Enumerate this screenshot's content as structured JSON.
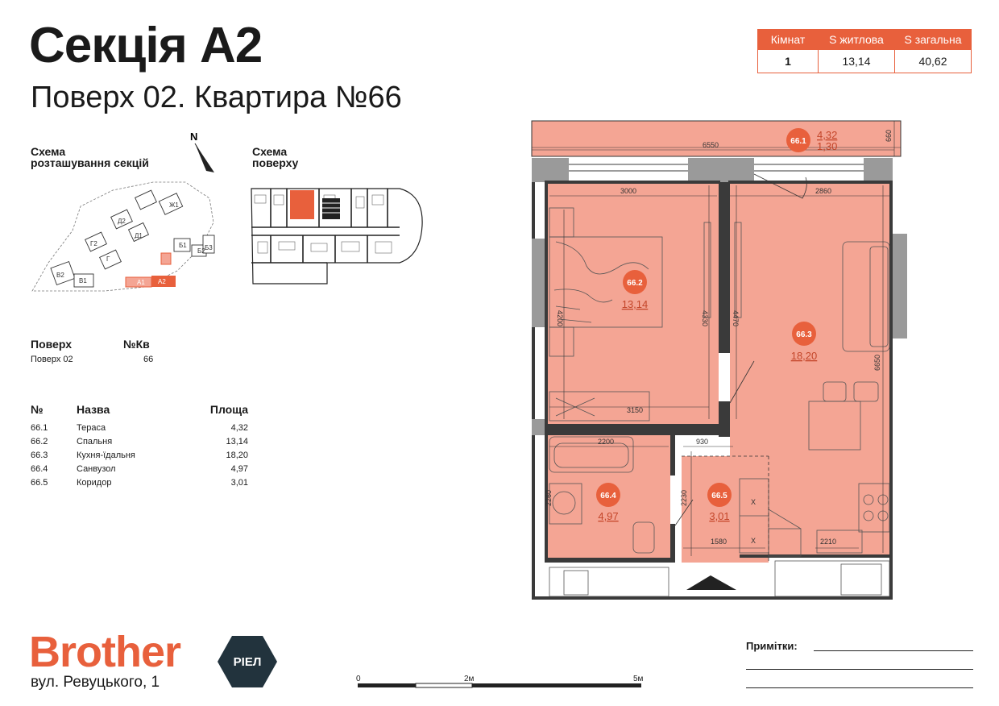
{
  "header": {
    "title": "Секція А2",
    "subtitle": "Поверх 02. Квартира №66"
  },
  "summary": {
    "headers": [
      "Кімнат",
      "S житлова",
      "S загальна"
    ],
    "values": [
      "1",
      "13,14",
      "40,62"
    ]
  },
  "schemes": {
    "sections_title_1": "Схема",
    "sections_title_2": "розташування секцій",
    "floor_title_1": "Схема",
    "floor_title_2": "поверху",
    "north": "N",
    "section_labels": [
      "Ж1",
      "Д2",
      "Д1",
      "Г2",
      "Г",
      "Б2",
      "Б1",
      "Б3",
      "В2",
      "В1",
      "А1",
      "А2"
    ]
  },
  "floor_info": {
    "floor_header": "Поверх",
    "apt_header": "№Кв",
    "floor_value": "Поверх 02",
    "apt_value": "66"
  },
  "rooms_table": {
    "headers": [
      "№",
      "Назва",
      "Площа"
    ],
    "rows": [
      {
        "num": "66.1",
        "name": "Тераса",
        "area": "4,32"
      },
      {
        "num": "66.2",
        "name": "Спальня",
        "area": "13,14"
      },
      {
        "num": "66.3",
        "name": "Кухня-їдальня",
        "area": "18,20"
      },
      {
        "num": "66.4",
        "name": "Санвузол",
        "area": "4,97"
      },
      {
        "num": "66.5",
        "name": "Коридор",
        "area": "3,01"
      }
    ]
  },
  "plan": {
    "rooms": [
      {
        "id": "66.1",
        "area": "4,32",
        "area2": "1,30"
      },
      {
        "id": "66.2",
        "area": "13,14"
      },
      {
        "id": "66.3",
        "area": "18,20"
      },
      {
        "id": "66.4",
        "area": "4,97"
      },
      {
        "id": "66.5",
        "area": "3,01"
      }
    ],
    "dims": [
      "6550",
      "660",
      "3000",
      "2860",
      "4200",
      "4330",
      "4470",
      "6650",
      "3150",
      "2200",
      "930",
      "2260",
      "2230",
      "1580",
      "2210"
    ],
    "door_marks": [
      "X",
      "X"
    ],
    "colors": {
      "accent": "#e8603c",
      "room_fill": "#f4a594",
      "wall": "#3a3a3a",
      "wall_gray": "#9a9a9a"
    }
  },
  "scale": {
    "labels": [
      "0",
      "2м",
      "5м"
    ]
  },
  "footer": {
    "brand": "Brother",
    "badge": "РІЕЛ",
    "address": "вул. Ревуцького, 1",
    "notes_label": "Примітки:"
  }
}
